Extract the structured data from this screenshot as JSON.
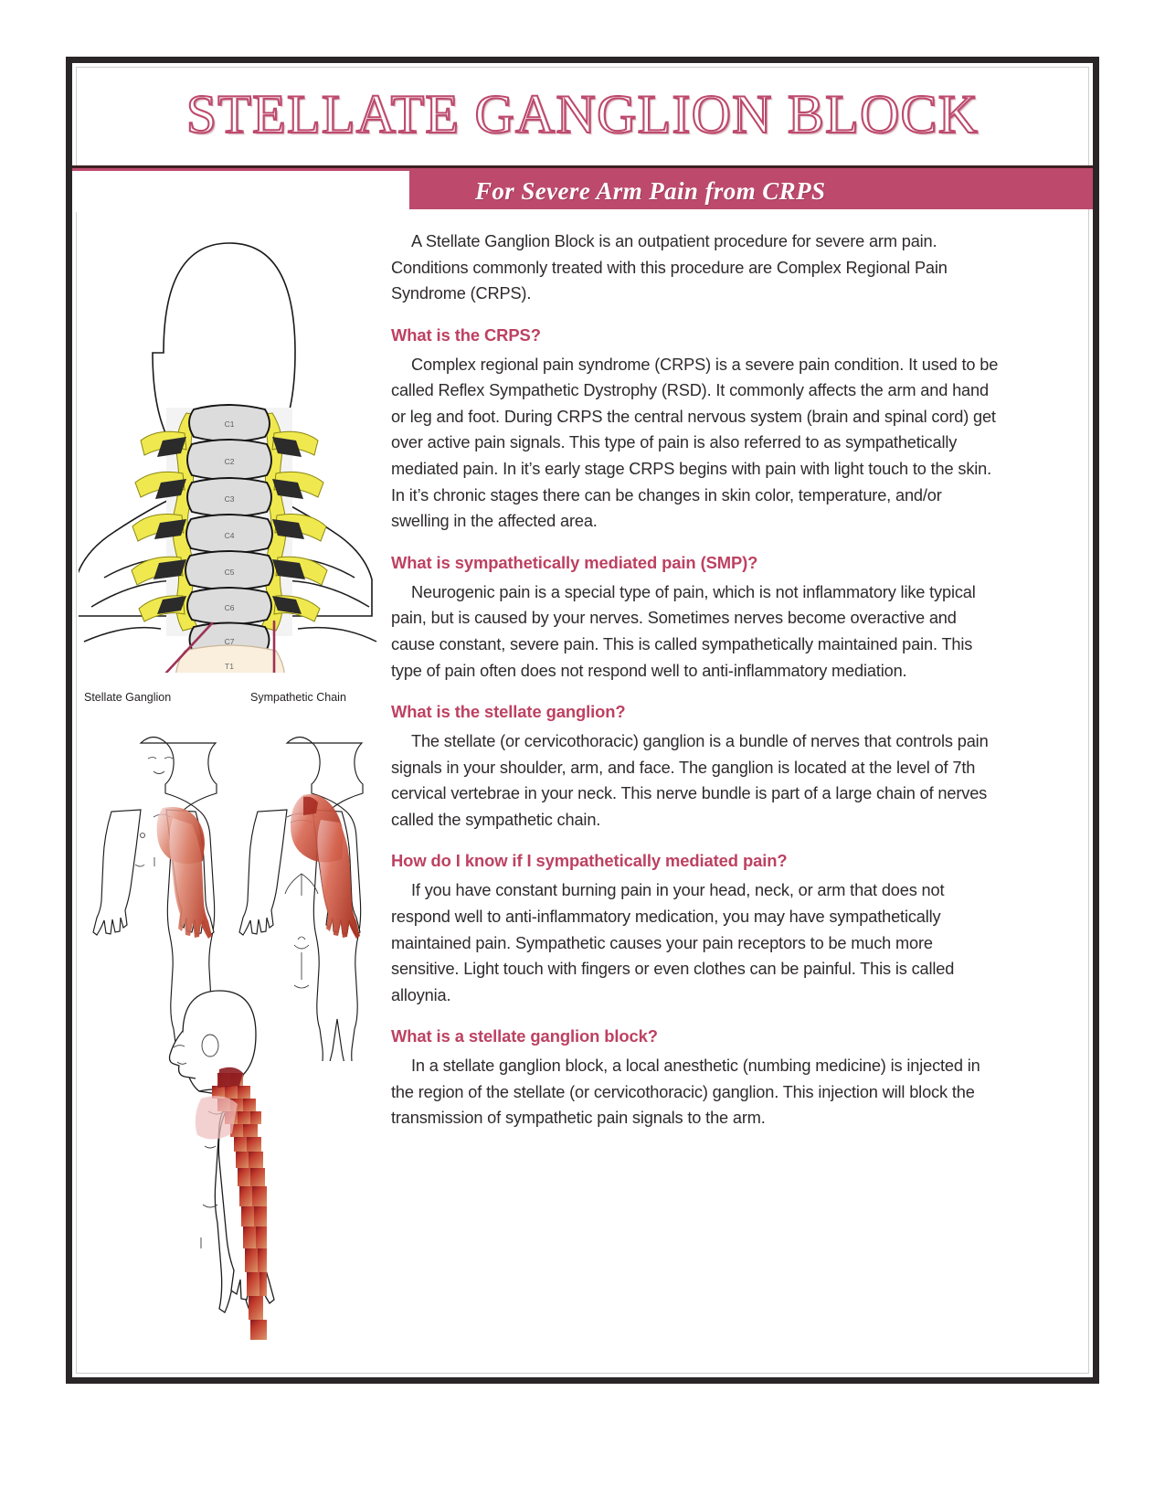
{
  "document": {
    "title": "STELLATE GANGLION BLOCK",
    "subtitle": "For Severe Arm Pain from CRPS"
  },
  "colors": {
    "accent": "#bd4a6d",
    "heading": "#bd4161",
    "body_text": "#2f2b2c",
    "frame": "#2a2526",
    "nerve_yellow": "#eeea4e",
    "pain_red": "#c0392b",
    "pain_dark_red": "#8e1c20",
    "pain_light_pink": "#f2c2c2",
    "bone_grey": "#d9d9d9",
    "watermark_grey": "#d8d6d7"
  },
  "intro": {
    "text": "A Stellate Ganglion Block is an outpatient procedure for severe arm pain. Conditions commonly treated with this procedure are Complex Regional Pain Syndrome (CRPS)."
  },
  "sections": [
    {
      "heading": "What is the CRPS?",
      "body": "Complex regional pain syndrome (CRPS) is a severe pain condition. It used to be called Reflex Sympathetic Dystrophy (RSD).  It commonly affects the arm and hand or leg and foot. During CRPS the central nervous system (brain and spinal cord) get over active pain signals. This type of pain is also referred to as sympathetically mediated pain. In it’s early stage CRPS begins with pain with light touch to the skin. In it’s chronic stages there can be changes in skin color, temperature, and/or swelling in the affected area."
    },
    {
      "heading": "What is sympathetically mediated pain (SMP)?",
      "body": "Neurogenic pain is a special type of pain, which is not inflammatory like typical pain, but is caused by your nerves. Sometimes nerves become overactive and cause constant, severe pain. This is called sympathetically maintained pain. This type of pain often does not respond well to anti-inflammatory mediation."
    },
    {
      "heading": "What is the stellate ganglion?",
      "body": "The stellate (or cervicothoracic) ganglion is a bundle of nerves that controls pain signals in your shoulder, arm, and face. The ganglion is located at the level of 7th cervical vertebrae in your neck. This nerve bundle is part of a large chain of nerves called the sympathetic chain."
    },
    {
      "heading": "How do I know if I sympathetically mediated pain?",
      "body": "If you have constant burning pain in your head, neck, or arm that does not respond well to anti-inflammatory medication, you may have sympathetically maintained pain. Sympathetic causes your pain receptors to be much more sensitive. Light touch with fingers or even clothes can be painful. This is called alloynia."
    },
    {
      "heading": "What is a stellate ganglion block?",
      "body": "In a stellate ganglion block, a local anesthetic (numbing medicine) is injected in the region of the stellate (or cervicothoracic) ganglion. This injection will block the transmission of sympathetic pain signals to the arm."
    }
  ],
  "figures": {
    "spine_diagram": {
      "name": "cervical-spine-anatomy-diagram",
      "vertebrae_labels": [
        "C1",
        "C2",
        "C3",
        "C4",
        "C5",
        "C6",
        "C7",
        "T1"
      ]
    },
    "callout_labels": {
      "left": "Stellate Ganglion",
      "right": "Sympathetic Chain"
    },
    "body_figures": {
      "name": "pain-distribution-body-diagrams",
      "views": [
        "anterior",
        "posterior",
        "lateral"
      ]
    }
  }
}
